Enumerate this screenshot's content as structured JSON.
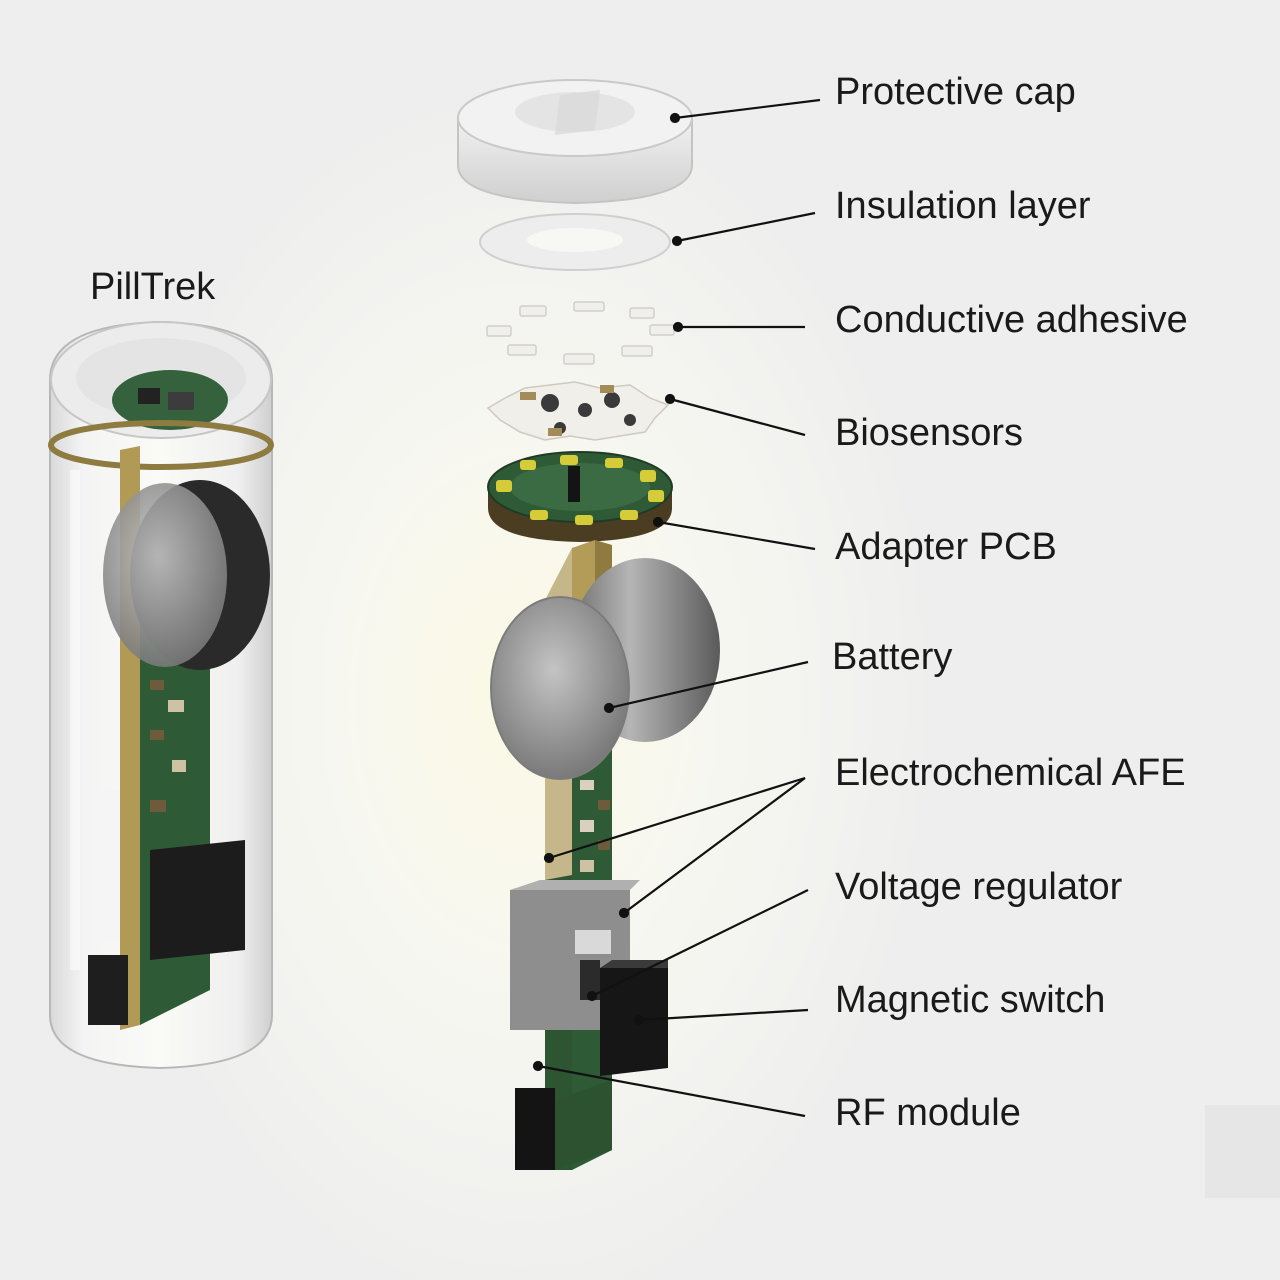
{
  "title": "PillTrek",
  "labels": [
    "Protective cap",
    "Insulation layer",
    "Conductive adhesive",
    "Biosensors",
    "Adapter PCB",
    "Battery",
    "Electrochemical AFE",
    "Voltage regulator",
    "Magnetic switch",
    "RF module"
  ],
  "colors": {
    "pcb_green": "#2f5a36",
    "board_gold": "#a08a4c",
    "pad_yellow": "#d6cc3a",
    "battery_gray": "#8f8f8f",
    "component_black": "#1c1c1c"
  }
}
